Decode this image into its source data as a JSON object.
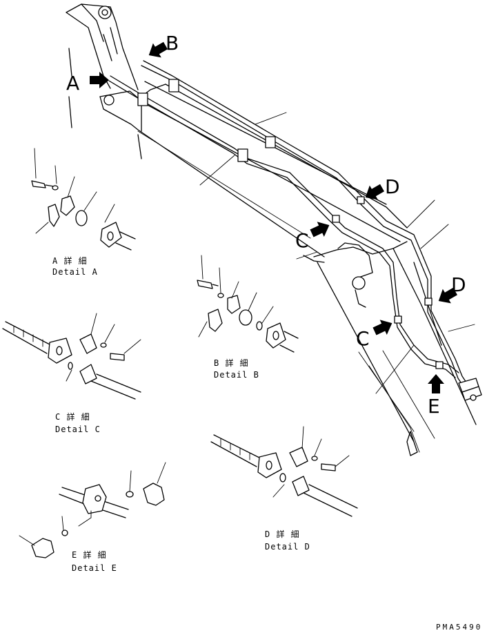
{
  "callouts": {
    "a": "A",
    "b": "B",
    "c1": "C",
    "c2": "C",
    "d1": "D",
    "d2": "D",
    "e": "E"
  },
  "details": {
    "a": {
      "line1": "A 詳 細",
      "line2": "Detail A"
    },
    "b": {
      "line1": "B 詳 細",
      "line2": "Detail B"
    },
    "c": {
      "line1": "C 詳 細",
      "line2": "Detail C"
    },
    "d": {
      "line1": "D 詳 細",
      "line2": "Detail D"
    },
    "e": {
      "line1": "E 詳 細",
      "line2": "Detail E"
    }
  },
  "drawing_code": "PMA5490",
  "icons": {
    "arrow": "filled-arrow-icon"
  }
}
